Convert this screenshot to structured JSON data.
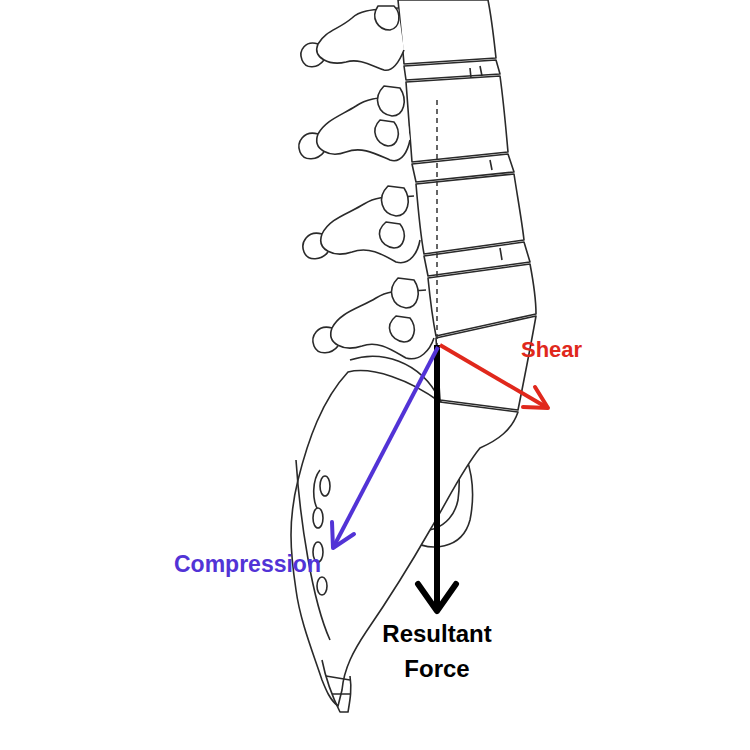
{
  "diagram": {
    "labels": [
      "Shear",
      "Compression",
      "Resultant Force"
    ]
  }
}
